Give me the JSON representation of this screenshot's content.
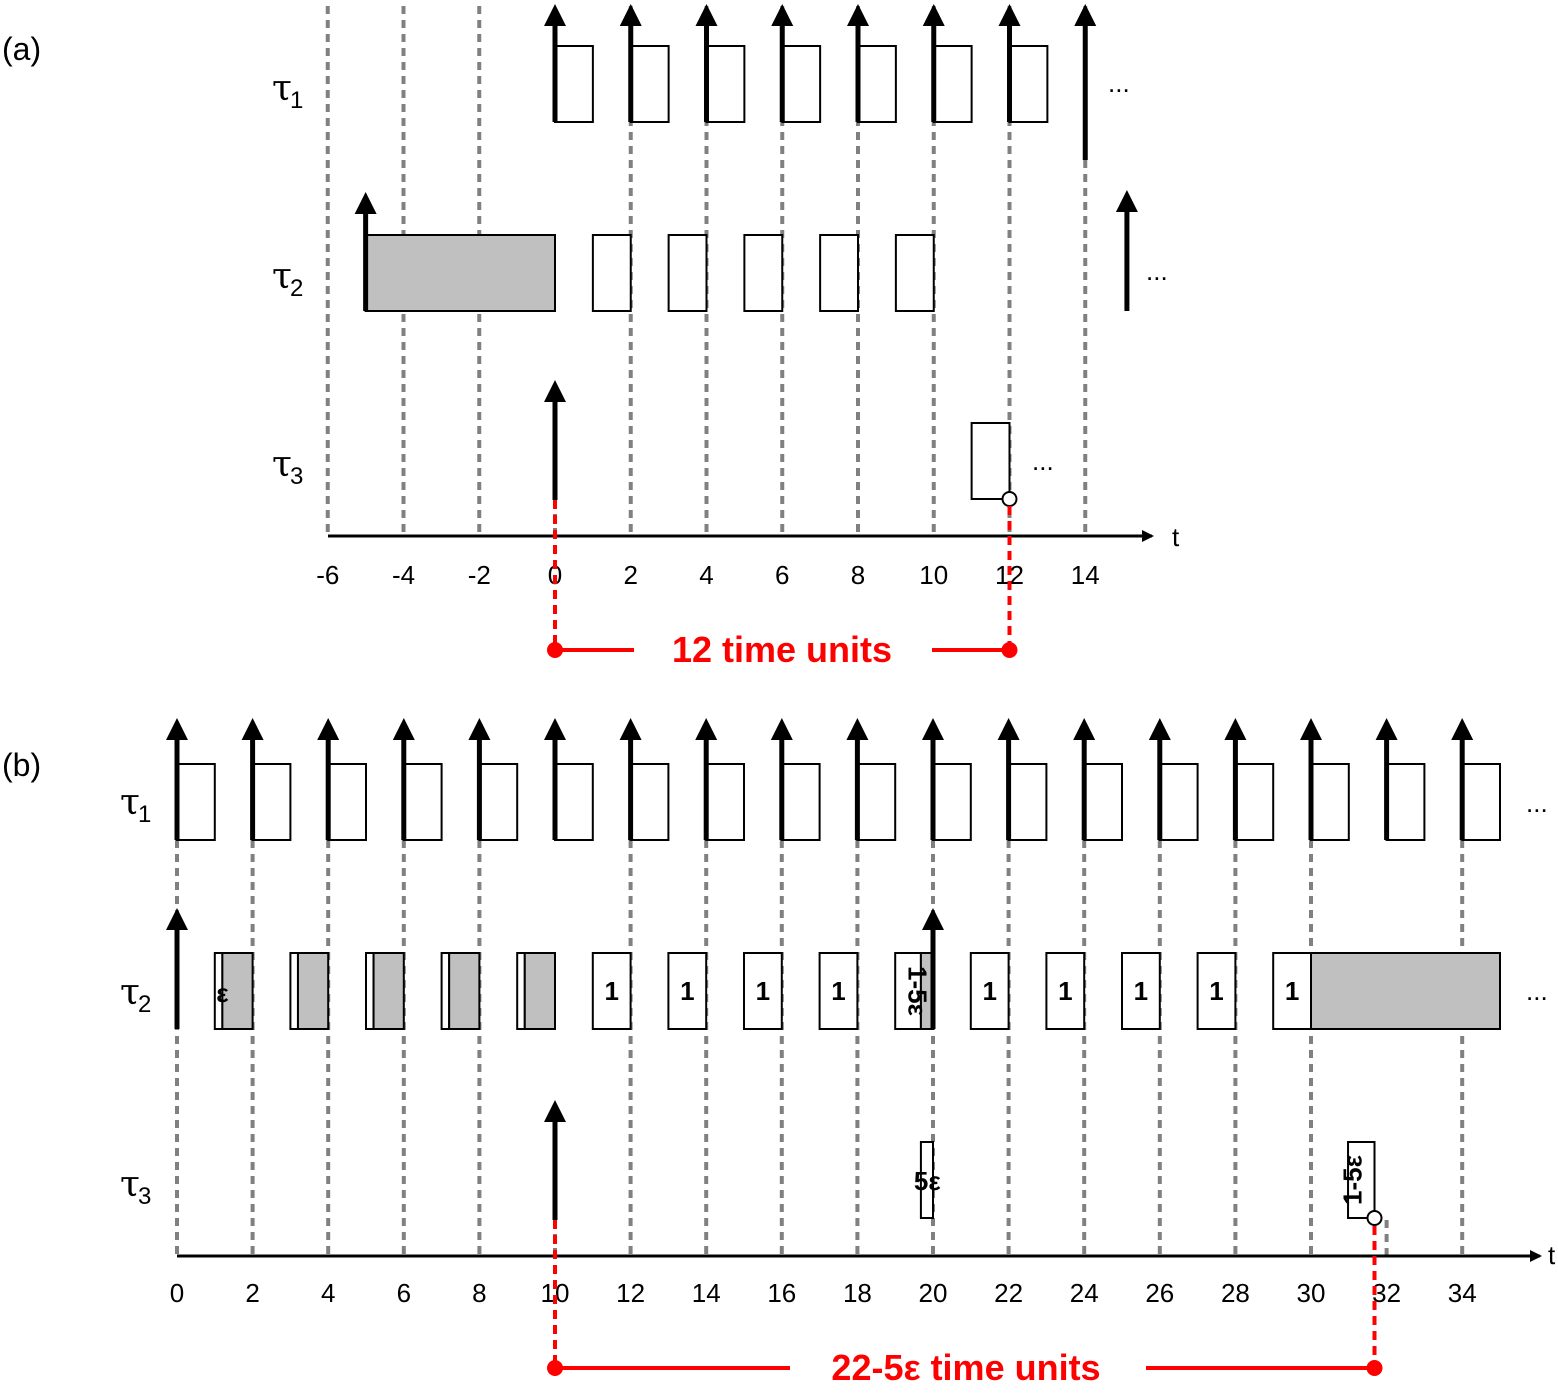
{
  "panel_a": {
    "label": "(a)",
    "task_labels": [
      {
        "sym": "τ",
        "sub": "1"
      },
      {
        "sym": "τ",
        "sub": "2"
      },
      {
        "sym": "τ",
        "sub": "3"
      }
    ],
    "axis_label": "t",
    "ticks": [
      "-6",
      "-4",
      "-2",
      "0",
      "2",
      "4",
      "6",
      "8",
      "10",
      "12",
      "14"
    ],
    "ellipsis": "...",
    "span_text": "12 time units",
    "span_from": 0,
    "span_to": 12
  },
  "panel_b": {
    "label": "(b)",
    "task_labels": [
      {
        "sym": "τ",
        "sub": "1"
      },
      {
        "sym": "τ",
        "sub": "2"
      },
      {
        "sym": "τ",
        "sub": "3"
      }
    ],
    "axis_label": "t",
    "ticks": [
      "0",
      "2",
      "4",
      "6",
      "8",
      "10",
      "12",
      "14",
      "16",
      "18",
      "20",
      "22",
      "24",
      "26",
      "28",
      "30",
      "32",
      "34"
    ],
    "ellipsis": "...",
    "job_label_one": "1",
    "job_label_eps": "ε",
    "job_label_1m5eps": "1-5ε",
    "job_label_5eps": "5ε",
    "span_text": "22-5ε time units",
    "span_from": 10,
    "span_to": 32
  },
  "colors": {
    "grid": "#808080",
    "highlight": "#ff0000",
    "blocked_fill": "#c0c0c0",
    "job_fill": "#ffffff",
    "ink": "#000000"
  }
}
